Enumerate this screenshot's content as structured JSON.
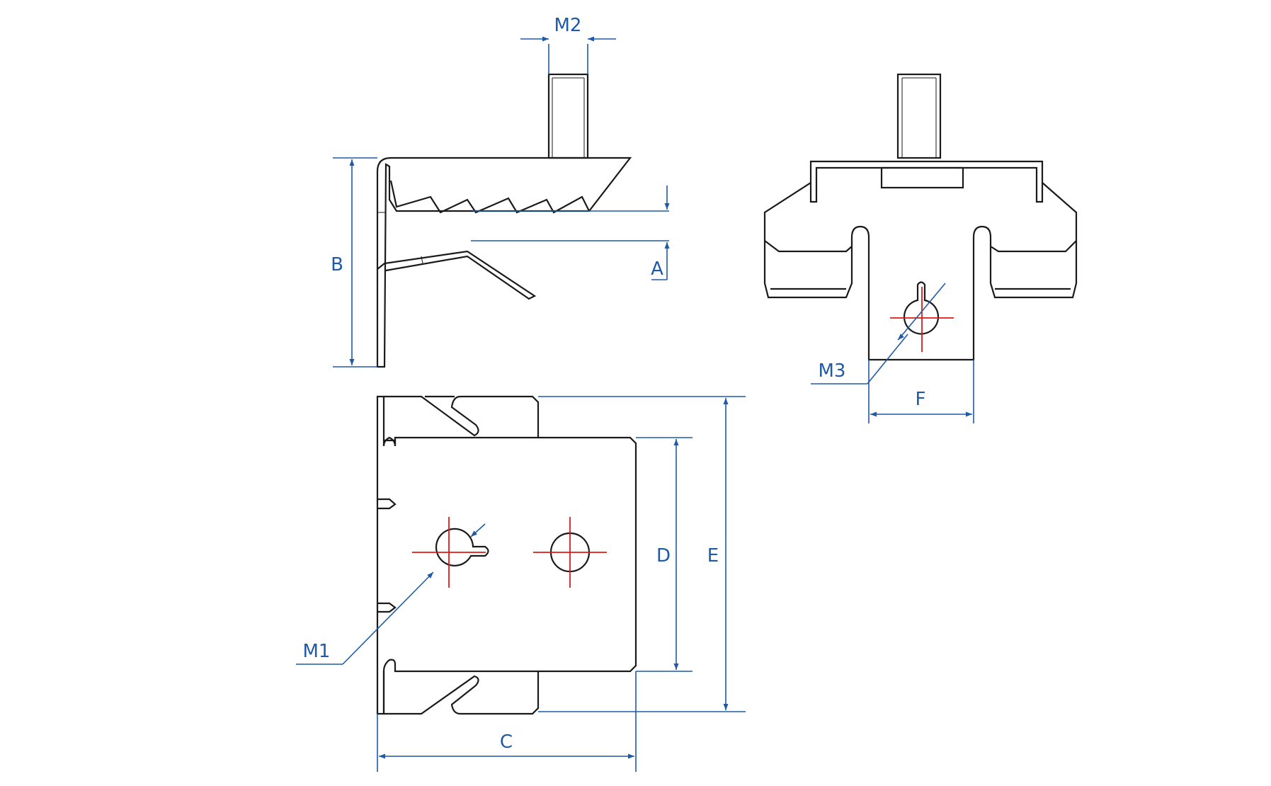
{
  "colors": {
    "outline": "#1a1a1a",
    "dimension": "#1f5aa8",
    "centerline": "#e01818"
  },
  "labels": {
    "m2": "M2",
    "b": "B",
    "a": "A",
    "m3": "M3",
    "f": "F",
    "c": "C",
    "d": "D",
    "e": "E",
    "m1": "M1"
  }
}
